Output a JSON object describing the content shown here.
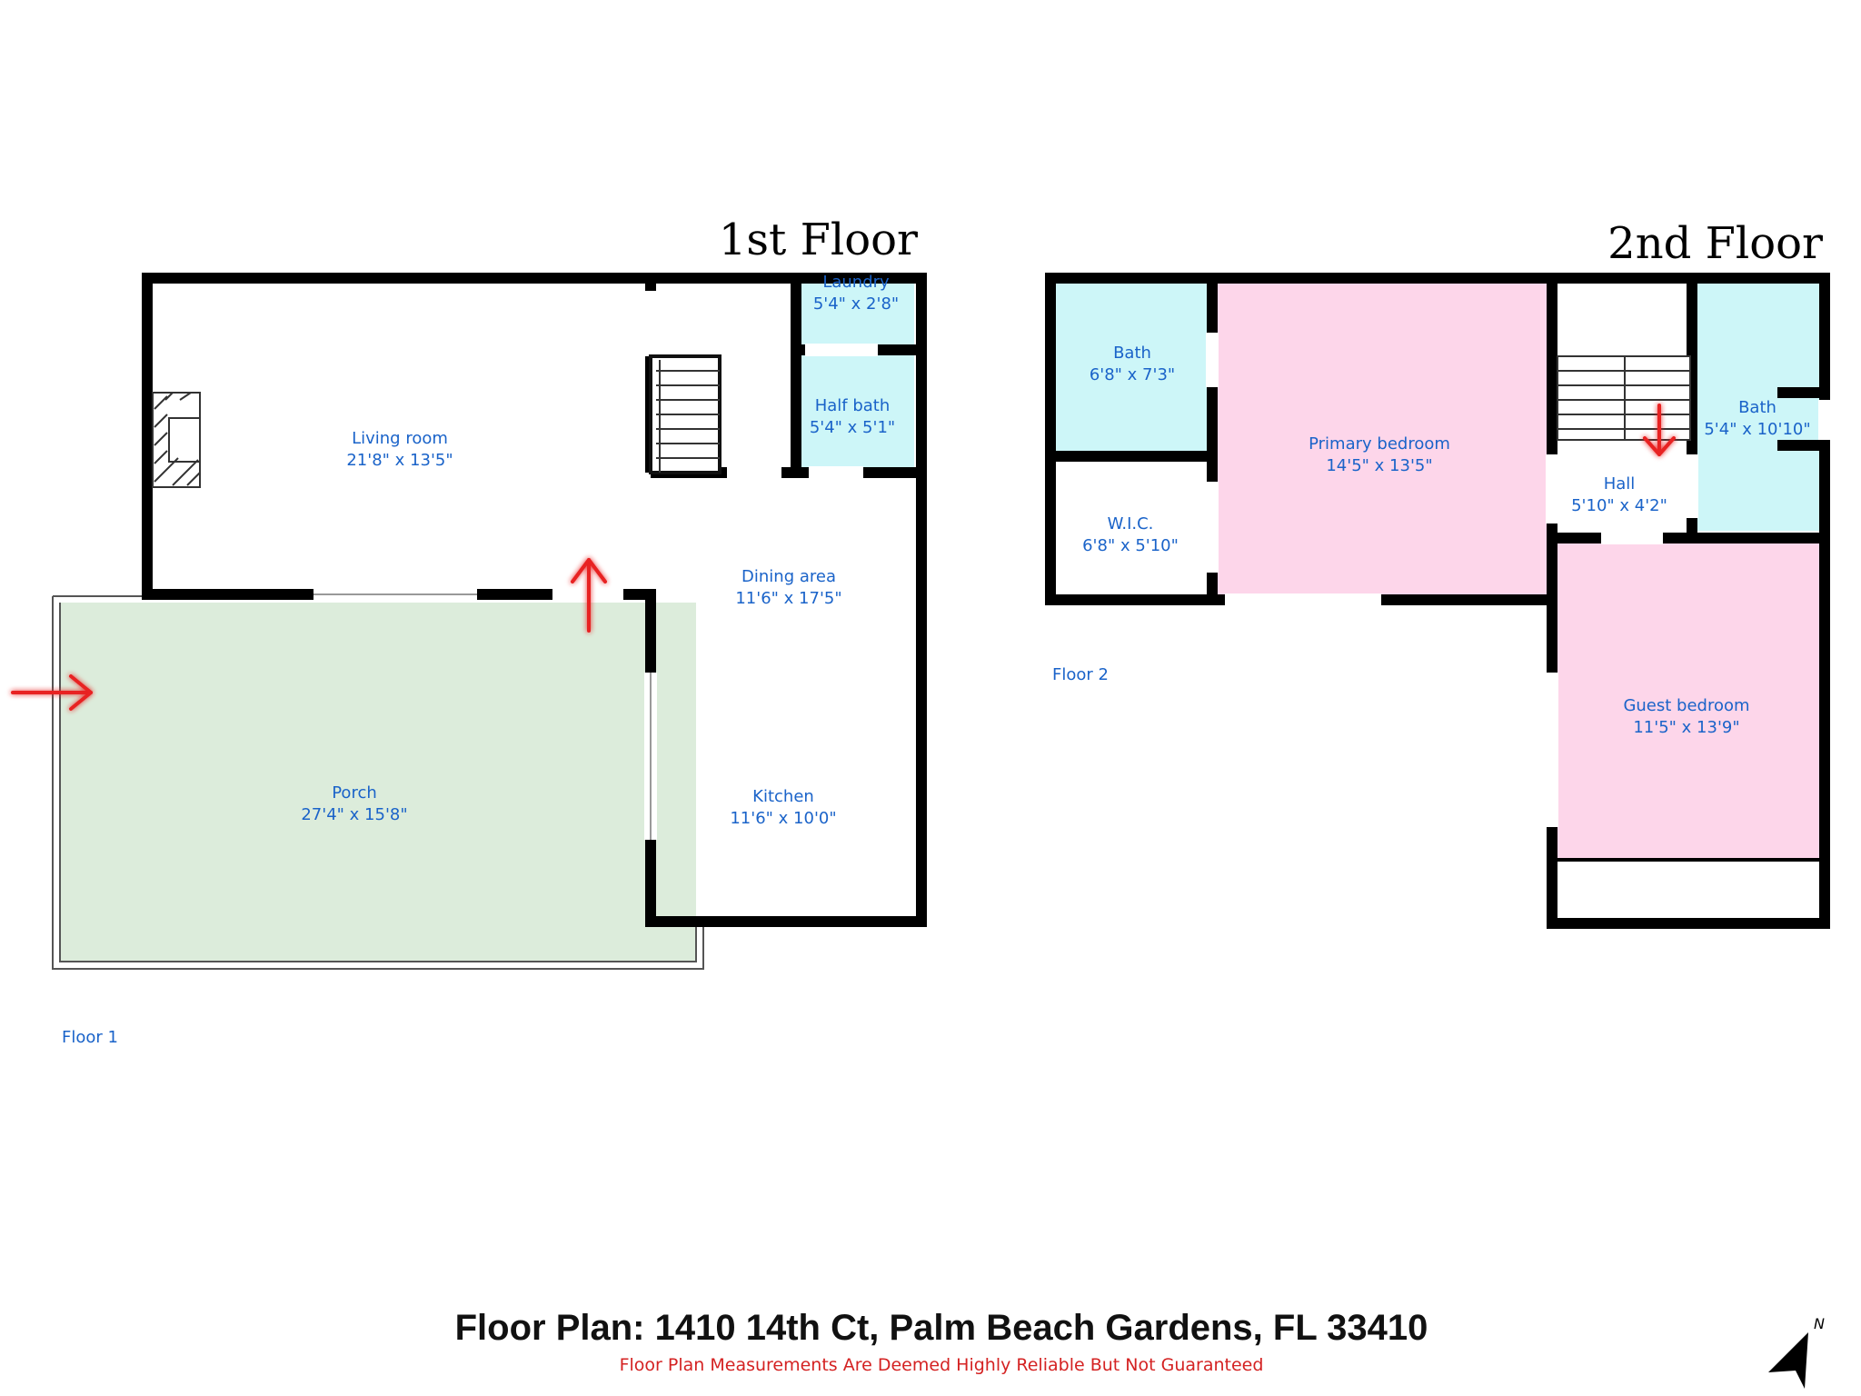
{
  "colors": {
    "porch": "#dcecdb",
    "wet_room": "#cdf6f8",
    "bedroom": "#fdd6ea",
    "label": "#1a63c9",
    "arrow": "#e82020",
    "disclaimer": "#d42222"
  },
  "floor1": {
    "heading": "1st Floor",
    "label": "Floor 1",
    "rooms": {
      "living": {
        "name": "Living room",
        "dims": "21'8\" x 13'5\""
      },
      "laundry": {
        "name": "Laundry",
        "dims": "5'4\" x 2'8\""
      },
      "half_bath": {
        "name": "Half bath",
        "dims": "5'4\" x 5'1\""
      },
      "dining": {
        "name": "Dining area",
        "dims": "11'6\" x 17'5\""
      },
      "kitchen": {
        "name": "Kitchen",
        "dims": "11'6\" x 10'0\""
      },
      "porch": {
        "name": "Porch",
        "dims": "27'4\" x 15'8\""
      }
    }
  },
  "floor2": {
    "heading": "2nd Floor",
    "label": "Floor 2",
    "rooms": {
      "bath_left": {
        "name": "Bath",
        "dims": "6'8\" x 7'3\""
      },
      "wic": {
        "name": "W.I.C.",
        "dims": "6'8\" x 5'10\""
      },
      "primary": {
        "name": "Primary bedroom",
        "dims": "14'5\" x 13'5\""
      },
      "hall": {
        "name": "Hall",
        "dims": "5'10\" x 4'2\""
      },
      "bath_right": {
        "name": "Bath",
        "dims": "5'4\" x 10'10\""
      },
      "guest": {
        "name": "Guest bedroom",
        "dims": "11'5\" x 13'9\""
      }
    }
  },
  "footer": {
    "title": "Floor Plan: 1410 14th Ct, Palm Beach Gardens, FL 33410",
    "disclaimer": "Floor Plan Measurements Are Deemed Highly Reliable But Not Guaranteed"
  },
  "compass": {
    "label": "N"
  }
}
